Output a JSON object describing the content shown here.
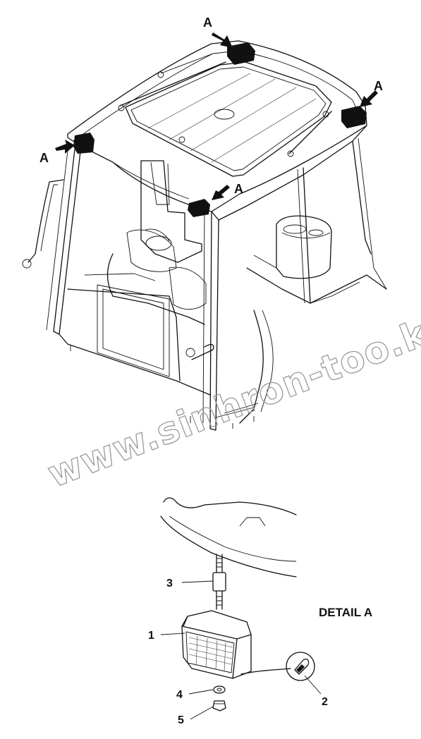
{
  "figure": {
    "callout_letter": "A",
    "detail_title": "DETAIL A",
    "watermark": "www.sinhron-too.kz",
    "parts": [
      {
        "number": "1",
        "part": "lamp-housing"
      },
      {
        "number": "2",
        "part": "bulb"
      },
      {
        "number": "3",
        "part": "mounting-stud"
      },
      {
        "number": "4",
        "part": "washer"
      },
      {
        "number": "5",
        "part": "nut"
      }
    ]
  }
}
